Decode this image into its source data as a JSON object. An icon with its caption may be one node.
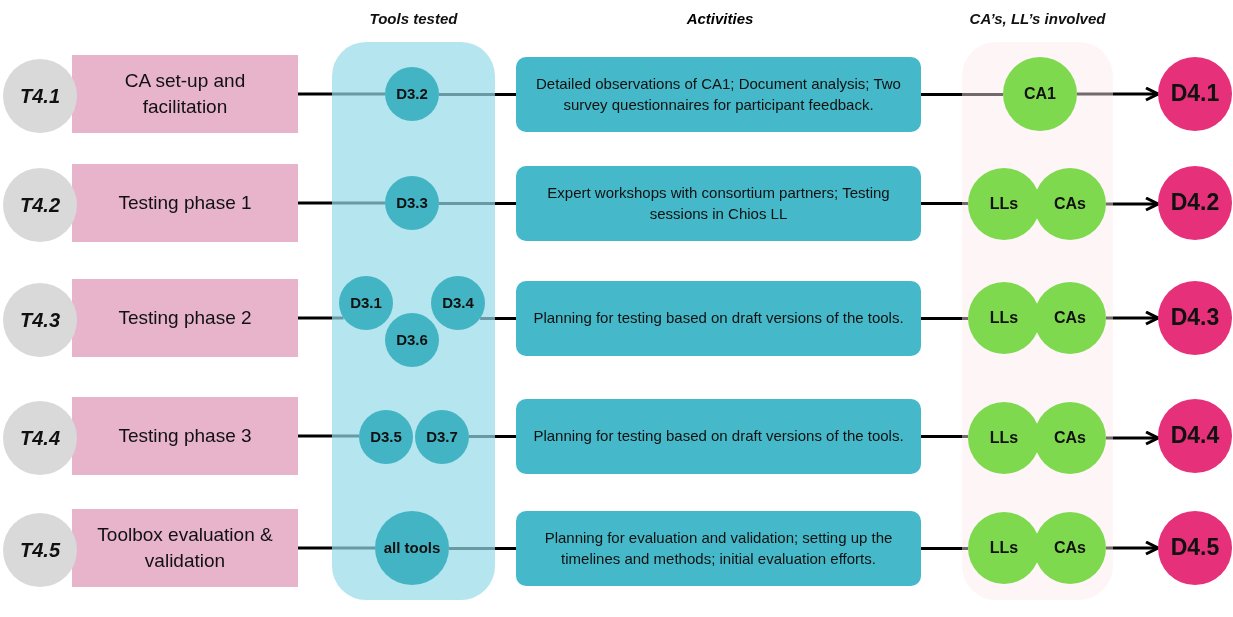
{
  "diagram": {
    "nodes": [
      {
        "text": [
          "Tools tested"
        ]
      },
      {
        "text": [
          "CA’s, LL’s involved"
        ]
      },
      {
        "text": [
          "T4.1"
        ]
      },
      {
        "text": [
          "CA set-up and facilitation"
        ]
      },
      {
        "text": [
          "D3.2"
        ],
        "in": 0
      },
      {
        "text": [
          "Detailed observations of CA1; Document analysis; Two survey questionnaires for participant feedback."
        ]
      },
      {
        "text": [
          "CA1"
        ],
        "in": 1
      },
      {
        "text": [
          "D4.1"
        ]
      },
      {
        "text": [
          "T4.2"
        ]
      },
      {
        "text": [
          "Testing phase 1"
        ]
      },
      {
        "text": [
          "D3.3"
        ],
        "in": 0
      },
      {
        "text": [
          "Expert workshops with consortium partners; Testing sessions in Chios LL"
        ]
      },
      {
        "text": [
          "LLs"
        ],
        "in": 1
      },
      {
        "text": [
          "CAs"
        ],
        "in": 1
      },
      {
        "text": [
          "D4.2"
        ]
      },
      {
        "text": [
          "T4.3"
        ]
      },
      {
        "text": [
          "Testing phase 2"
        ]
      },
      {
        "text": [
          "D3.1"
        ],
        "in": 0
      },
      {
        "text": [
          "D3.4"
        ],
        "in": 0
      },
      {
        "text": [
          "D3.6"
        ],
        "in": 0
      },
      {
        "text": [
          "Planning for testing based on draft versions of the tools."
        ]
      },
      {
        "text": [
          "LLs"
        ],
        "in": 1
      },
      {
        "text": [
          "CAs"
        ],
        "in": 1
      },
      {
        "text": [
          "D4.3"
        ]
      },
      {
        "text": [
          "T4.4"
        ]
      },
      {
        "text": [
          "Testing phase 3"
        ]
      },
      {
        "text": [
          "D3.5"
        ],
        "in": 0
      },
      {
        "text": [
          "D3.7"
        ],
        "in": 0
      },
      {
        "text": [
          "Planning for testing based on draft versions of the tools."
        ]
      },
      {
        "text": [
          "LLs"
        ],
        "in": 1
      },
      {
        "text": [
          "CAs"
        ],
        "in": 1
      },
      {
        "text": [
          "D4.4"
        ]
      },
      {
        "text": [
          "T4.5"
        ]
      },
      {
        "text": [
          "Toolbox evaluation & validation"
        ]
      },
      {
        "text": [
          "all tools"
        ],
        "in": 0
      },
      {
        "text": [
          "Planning for evaluation and validation; setting up the timelines and methods; initial evaluation efforts."
        ]
      },
      {
        "text": [
          "LLs"
        ],
        "in": 1
      },
      {
        "text": [
          "CAs"
        ],
        "in": 1
      },
      {
        "text": [
          "D4.5"
        ]
      }
    ],
    "edges": [
      {
        "from": 3,
        "to": 4,
        "arrow": "none"
      },
      {
        "from": 4,
        "to": 5,
        "arrow": "none"
      },
      {
        "from": 5,
        "to": 6,
        "arrow": "none"
      },
      {
        "from": 6,
        "to": 7,
        "arrow": "to"
      },
      {
        "from": 9,
        "to": 10,
        "arrow": "none"
      },
      {
        "from": 10,
        "to": 11,
        "arrow": "none"
      },
      {
        "from": 11,
        "to": 12,
        "arrow": "none"
      },
      {
        "from": 13,
        "to": 14,
        "arrow": "to"
      },
      {
        "from": 16,
        "to": 17,
        "arrow": "none"
      },
      {
        "from": 18,
        "to": 20,
        "arrow": "none"
      },
      {
        "from": 20,
        "to": 21,
        "arrow": "none"
      },
      {
        "from": 22,
        "to": 23,
        "arrow": "to"
      },
      {
        "from": 25,
        "to": 26,
        "arrow": "none"
      },
      {
        "from": 27,
        "to": 28,
        "arrow": "none"
      },
      {
        "from": 28,
        "to": 29,
        "arrow": "none"
      },
      {
        "from": 30,
        "to": 31,
        "arrow": "to"
      },
      {
        "from": 33,
        "to": 34,
        "arrow": "none"
      },
      {
        "from": 34,
        "to": 35,
        "arrow": "none"
      },
      {
        "from": 35,
        "to": 36,
        "arrow": "none"
      },
      {
        "from": 37,
        "to": 38,
        "arrow": "to"
      }
    ],
    "labels": [
      "Activities"
    ]
  }
}
